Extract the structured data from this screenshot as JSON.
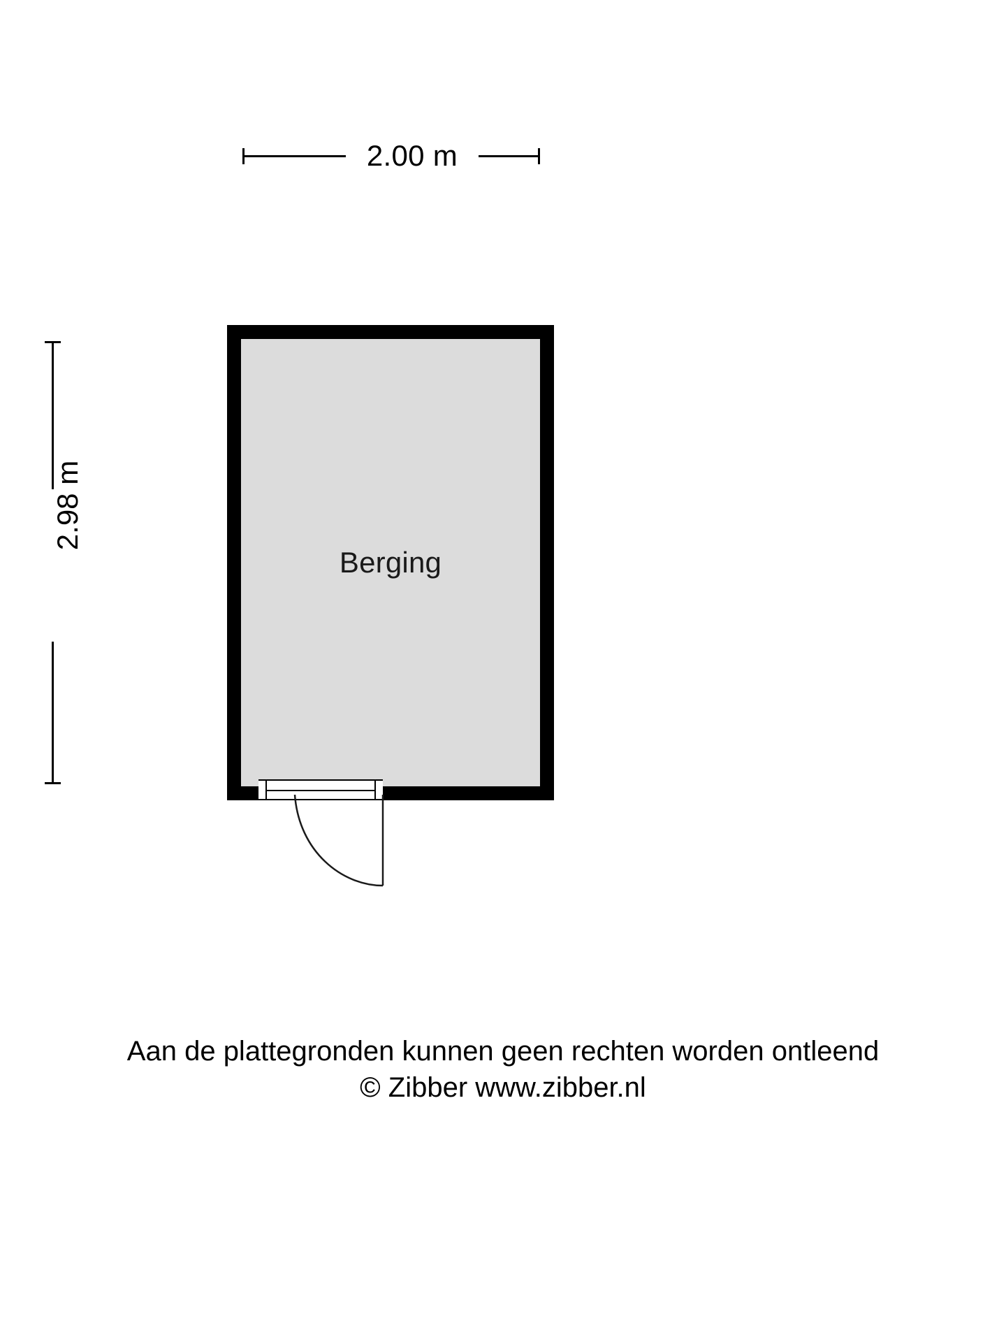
{
  "plan": {
    "title": "Berging",
    "room_label": "Berging",
    "fill_color": "#dcdcdc",
    "wall_color": "#000000",
    "background_color": "#ffffff"
  },
  "dimensions": {
    "width_label": "2.00 m",
    "height_label": "2.98 m"
  },
  "door": {
    "name": "door-opening",
    "swing": "arc"
  },
  "footer": {
    "disclaimer": "Aan de plattegronden kunnen geen rechten worden ontleend",
    "copyright": "© Zibber www.zibber.nl"
  },
  "chart_data": {
    "type": "table",
    "title": "Berging",
    "categories": [
      "width",
      "height"
    ],
    "values": [
      2.0,
      2.98
    ],
    "xlabel": "2.00 m",
    "ylabel": "2.98 m"
  }
}
